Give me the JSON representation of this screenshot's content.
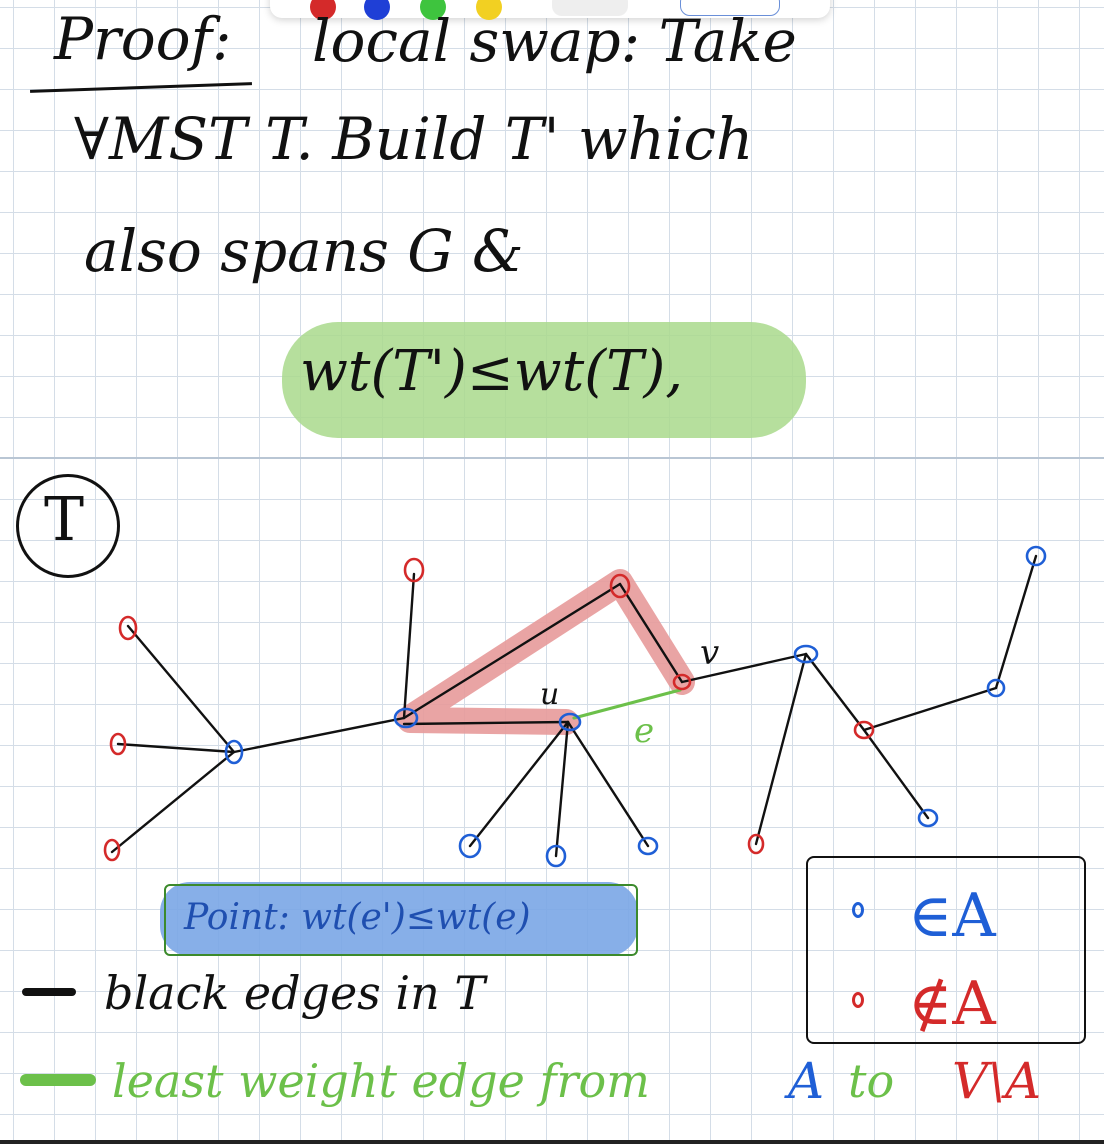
{
  "colors": {
    "ink": "#111111",
    "blue": "#1f5fd6",
    "red": "#d42a2a",
    "green": "#6cc04a",
    "green_highlight": "#a9d98c",
    "red_highlight": "#e79a9a",
    "blue_highlight": "#7aa6e6"
  },
  "toolbar": {
    "pens": [
      "red-pen",
      "blue-pen",
      "green-pen",
      "yellow-pen"
    ]
  },
  "notes": {
    "line1_a": "Proof:",
    "line1_b": "local swap: Take",
    "line2": "∀MST T. Build T' which",
    "line3": "also spans G &",
    "line4": "wt(T')≤wt(T),"
  },
  "diagram": {
    "label_T": "T",
    "label_u": "u",
    "label_v": "v",
    "label_e": "e"
  },
  "point": {
    "text": "Point: wt(e')≤wt(e)"
  },
  "legend": {
    "in_A": "∈A",
    "not_in_A": "∉A"
  },
  "key": {
    "black_label": "black edges in T",
    "green_prefix": "least weight edge from",
    "green_A": "A",
    "green_to": "to",
    "green_VA": "V\\A"
  }
}
